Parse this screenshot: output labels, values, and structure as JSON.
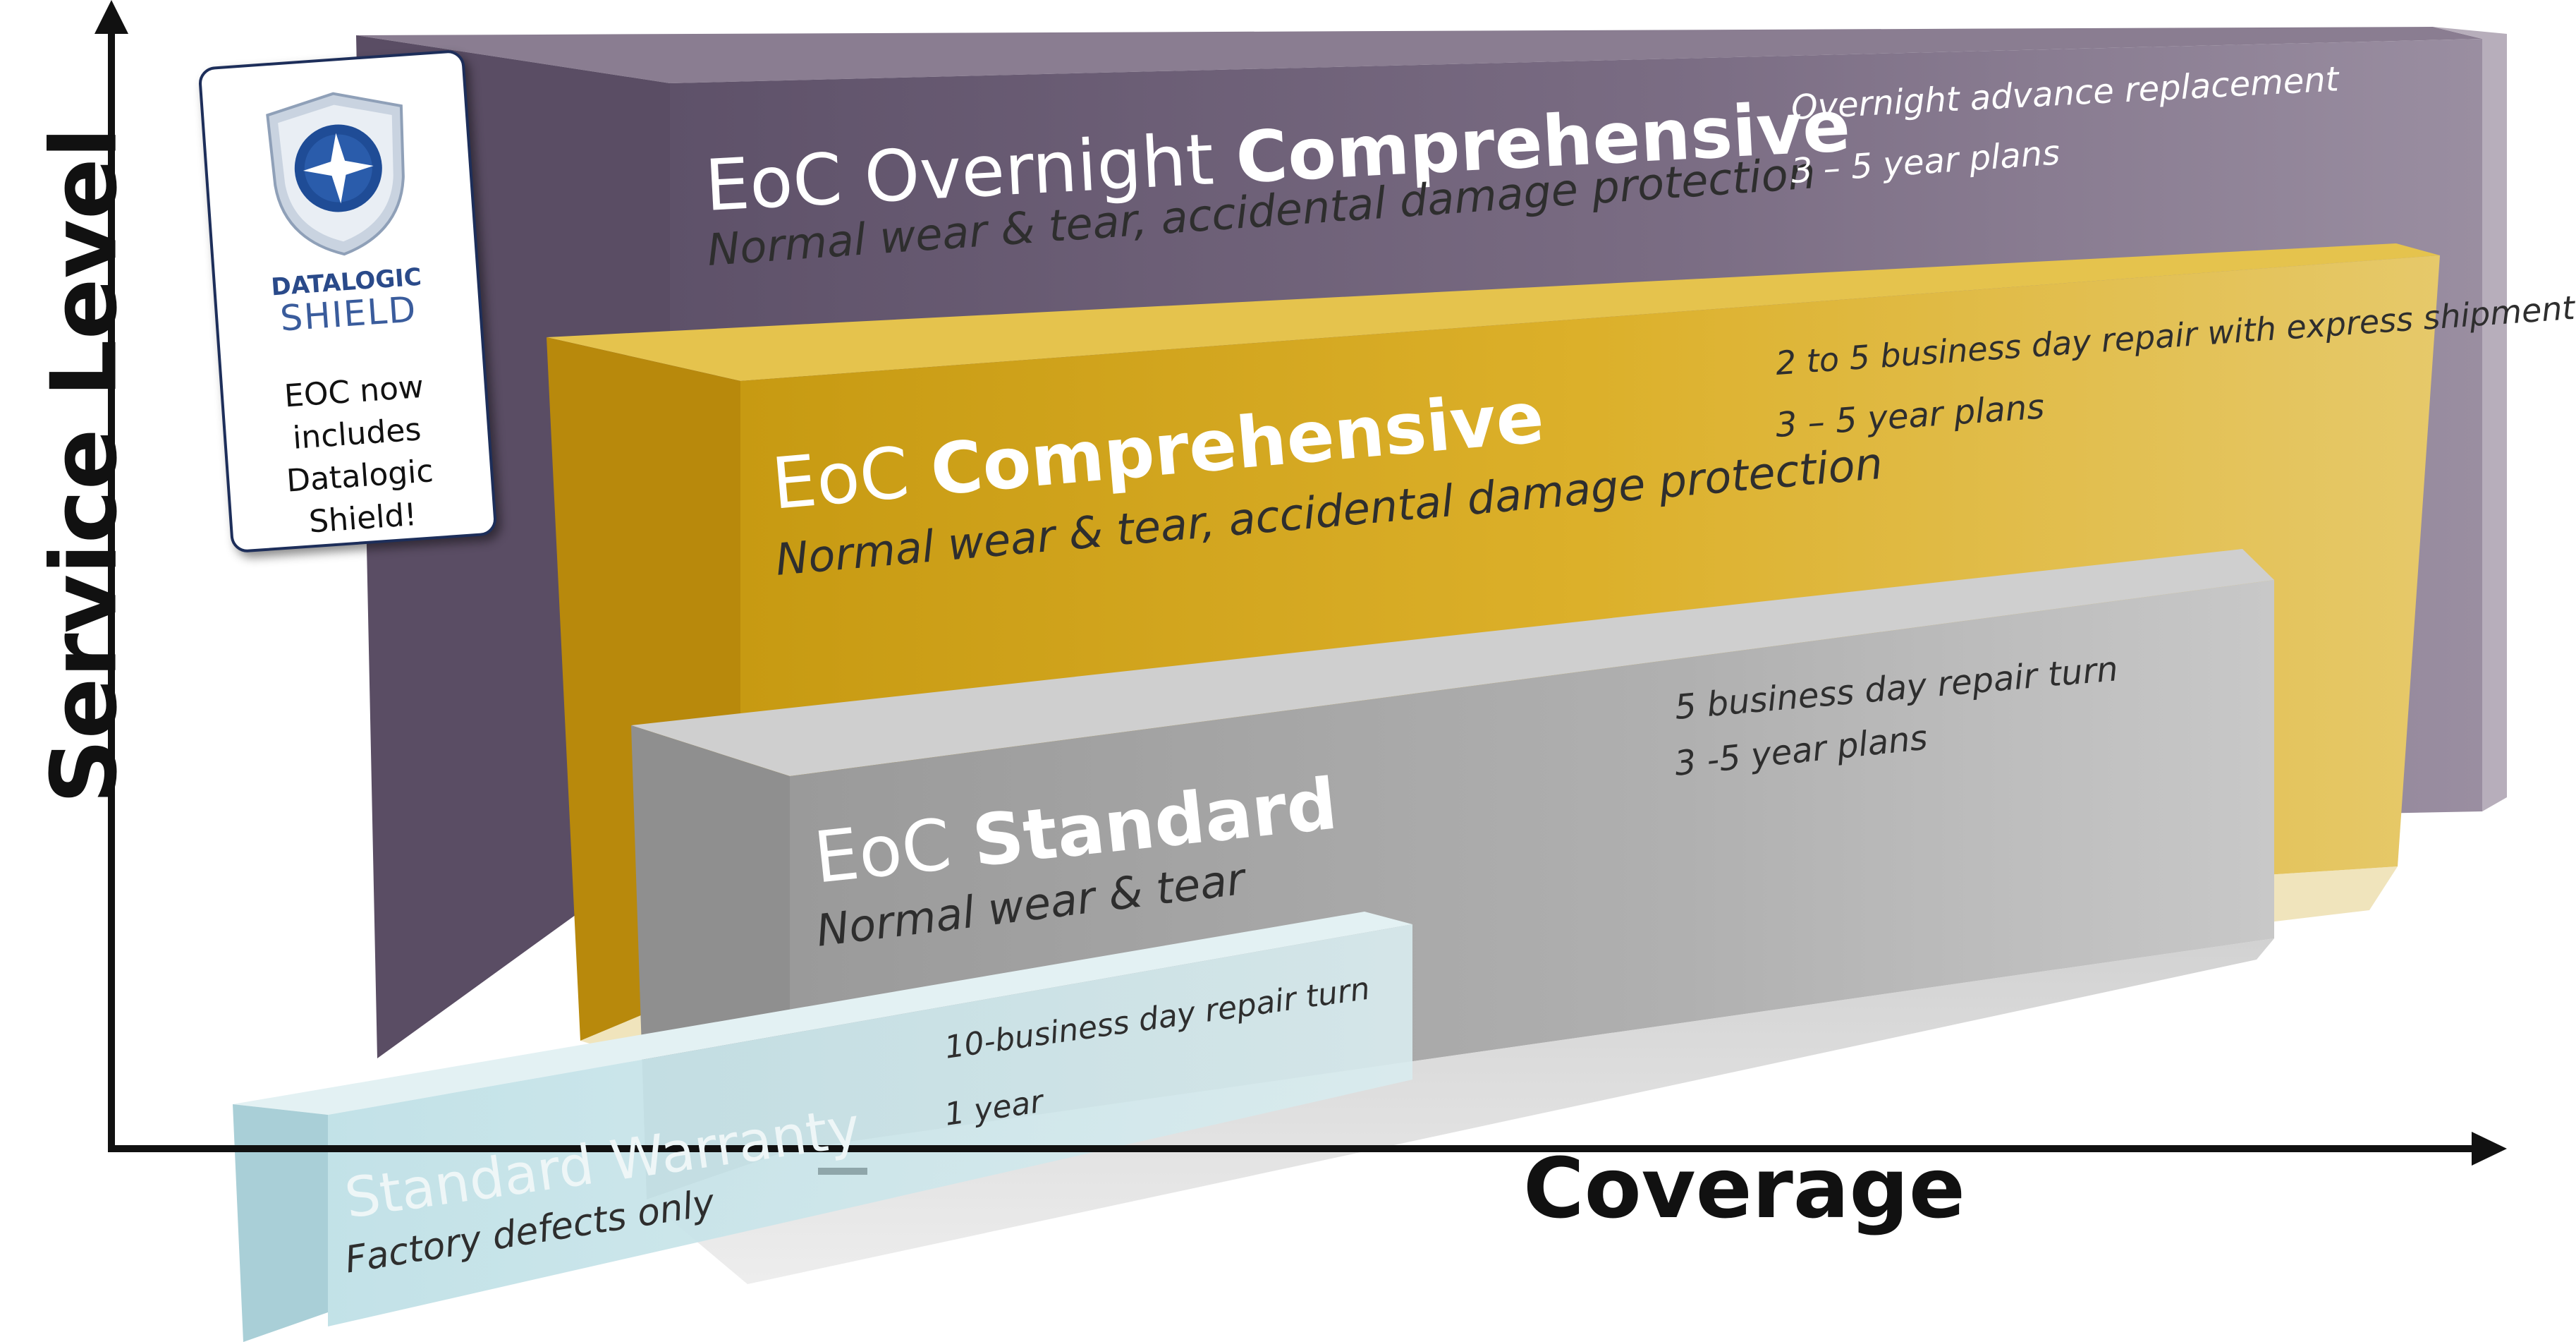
{
  "axes": {
    "y_title": "Service Level",
    "x_title": "Coverage"
  },
  "tiers": {
    "overnight": {
      "title_prefix": "EoC Overnight",
      "title_bold": "Comprehensive",
      "subtitle": "Normal wear & tear, accidental damage protection",
      "detail_1": "Overnight advance replacement",
      "detail_2": "3 – 5 year plans",
      "color": "#6e6177"
    },
    "comprehensive": {
      "title_prefix": "EoC",
      "title_bold": "Comprehensive",
      "subtitle": "Normal wear & tear, accidental damage protection",
      "detail_1": "2 to 5 business day repair with express shipment",
      "detail_2": "3 – 5 year plans",
      "color": "#d4a817"
    },
    "standard": {
      "title_prefix": "EoC",
      "title_bold": "Standard",
      "subtitle": "Normal wear & tear",
      "detail_1": "5 business day repair turn",
      "detail_2": "3 -5  year plans",
      "color": "#a5a5a5"
    },
    "warranty": {
      "title": "Standard Warranty",
      "subtitle": "Factory defects only",
      "detail_1": "10-business day repair turn",
      "detail_2": "1 year",
      "color": "#cfe6ea"
    }
  },
  "badge": {
    "brand_line_1": "DATALOGIC",
    "brand_line_2": "SHIELD",
    "text": "EOC now includes Datalogic Shield!",
    "border_color": "#1d2e5a"
  }
}
